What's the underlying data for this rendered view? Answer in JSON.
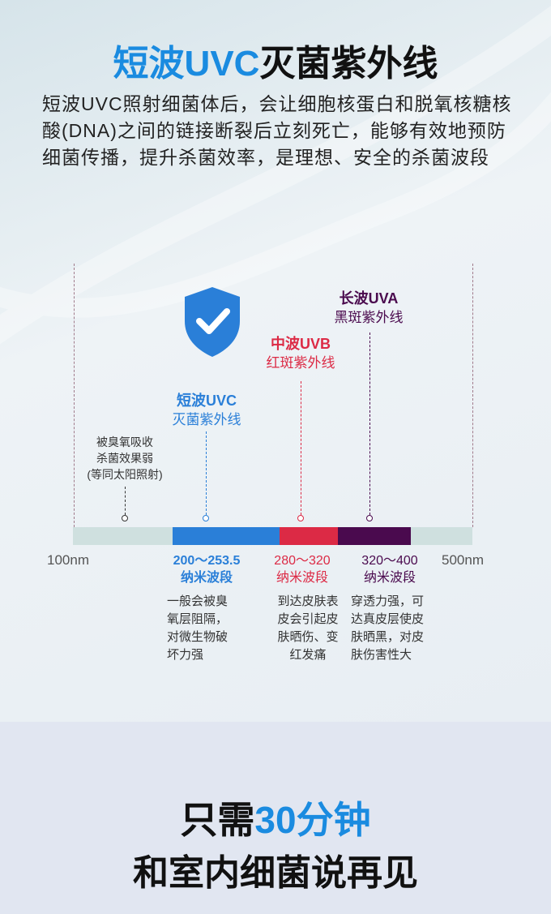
{
  "title": {
    "prefix": "短波UVC",
    "suffix": "灭菌紫外线"
  },
  "intro": "短波UVC照射细菌体后，会让细胞核蛋白和脱氧核糖核酸(DNA)之间的链接断裂后立刻死亡，能够有效地预防细菌传播，提升杀菌效率，是理想、安全的杀菌波段",
  "spectrum": {
    "start_label": "100nm",
    "end_label": "500nm",
    "ozone": {
      "lines": [
        "被臭氧吸收",
        "杀菌效果弱",
        "(等同太阳照射)"
      ]
    },
    "uvc": {
      "name": "短波UVC",
      "sub": "灭菌紫外线",
      "range": "200～253.5",
      "unit": "纳米波段",
      "desc": [
        "一般会被臭",
        "氧层阻隔，",
        "对微生物破",
        "坏力强"
      ],
      "color": "#2a7fd8"
    },
    "uvb": {
      "name": "中波UVB",
      "sub": "红斑紫外线",
      "range": "280～320",
      "unit": "纳米波段",
      "desc": [
        "到达皮肤表",
        "皮会引起皮",
        "肤晒伤、变",
        "红发痛"
      ],
      "color": "#dc2a45"
    },
    "uva": {
      "name": "长波UVA",
      "sub": "黑斑紫外线",
      "range": "320～400",
      "unit": "纳米波段",
      "desc": [
        "穿透力强，可",
        "达真皮层使皮",
        "肤晒黑，对皮",
        "肤伤害性大"
      ],
      "color": "#4a0a4e"
    }
  },
  "bottom": {
    "line1_a": "只需",
    "line1_b": "30分钟",
    "line2": "和室内细菌说再见"
  }
}
